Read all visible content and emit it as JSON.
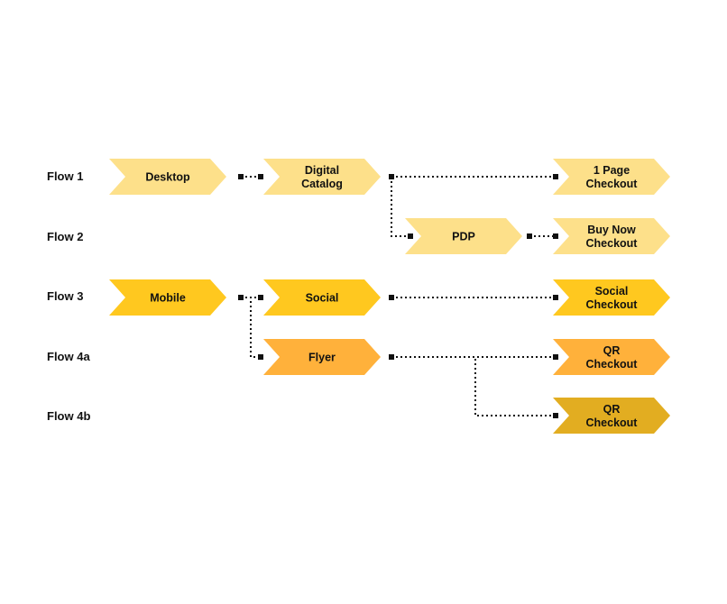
{
  "flows": [
    "Flow 1",
    "Flow 2",
    "Flow 3",
    "Flow 4a",
    "Flow 4b"
  ],
  "colors": {
    "light": "#fde08a",
    "bright": "#ffc81f",
    "orange": "#ffb13b",
    "dark": "#e2ad21",
    "connector": "#111111"
  },
  "nodes": [
    {
      "id": "desktop",
      "lines": [
        "Desktop"
      ],
      "color": "light"
    },
    {
      "id": "digital-catalog",
      "lines": [
        "Digital",
        "Catalog"
      ],
      "color": "light"
    },
    {
      "id": "one-page-checkout",
      "lines": [
        "1 Page",
        "Checkout"
      ],
      "color": "light"
    },
    {
      "id": "pdp",
      "lines": [
        "PDP"
      ],
      "color": "light"
    },
    {
      "id": "buy-now-checkout",
      "lines": [
        "Buy Now",
        "Checkout"
      ],
      "color": "light"
    },
    {
      "id": "mobile",
      "lines": [
        "Mobile"
      ],
      "color": "bright"
    },
    {
      "id": "social",
      "lines": [
        "Social"
      ],
      "color": "bright"
    },
    {
      "id": "social-checkout",
      "lines": [
        "Social",
        "Checkout"
      ],
      "color": "bright"
    },
    {
      "id": "flyer",
      "lines": [
        "Flyer"
      ],
      "color": "orange"
    },
    {
      "id": "qr-checkout-4a",
      "lines": [
        "QR",
        "Checkout"
      ],
      "color": "orange"
    },
    {
      "id": "qr-checkout-4b",
      "lines": [
        "QR",
        "Checkout"
      ],
      "color": "dark"
    }
  ],
  "edges": [
    {
      "from": "desktop",
      "to": "digital-catalog"
    },
    {
      "from": "digital-catalog",
      "to": "one-page-checkout"
    },
    {
      "from": "digital-catalog",
      "to": "pdp"
    },
    {
      "from": "pdp",
      "to": "buy-now-checkout"
    },
    {
      "from": "mobile",
      "to": "social"
    },
    {
      "from": "mobile",
      "to": "flyer"
    },
    {
      "from": "social",
      "to": "social-checkout"
    },
    {
      "from": "flyer",
      "to": "qr-checkout-4a"
    },
    {
      "from": "flyer",
      "to": "qr-checkout-4b"
    }
  ]
}
